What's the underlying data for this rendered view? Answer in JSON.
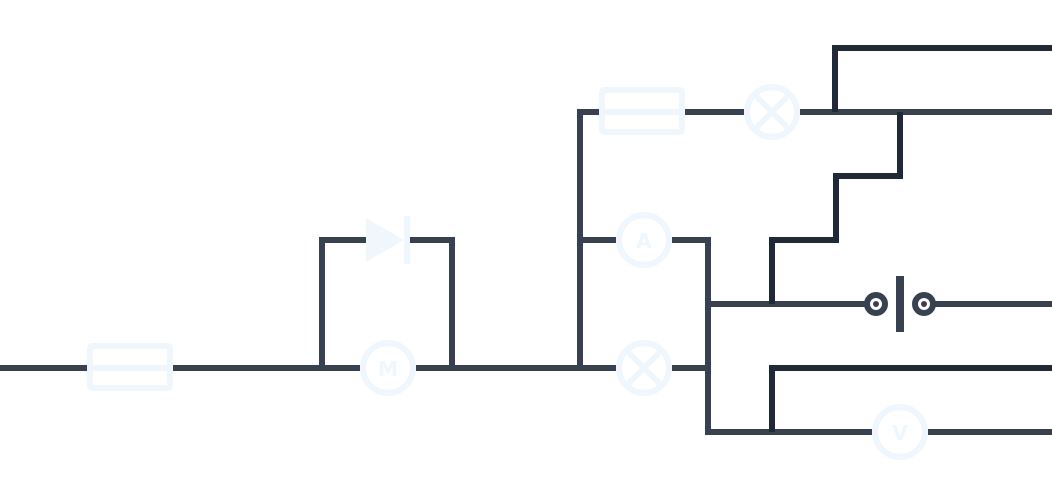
{
  "colors": {
    "wire": "#374151",
    "wire_dark": "#1f2937",
    "symbol": "#f0f7fc",
    "battery": "#374151",
    "background": "#ffffff"
  },
  "diagram": {
    "type": "electrical-circuit-schematic",
    "components": [
      {
        "id": "fuse-main",
        "kind": "fuse-icon"
      },
      {
        "id": "diode",
        "kind": "diode-icon"
      },
      {
        "id": "motor",
        "kind": "motor-icon",
        "label": "M"
      },
      {
        "id": "fuse-top",
        "kind": "fuse-icon"
      },
      {
        "id": "lamp-top",
        "kind": "lamp-icon"
      },
      {
        "id": "ammeter",
        "kind": "ammeter-icon",
        "label": "A"
      },
      {
        "id": "lamp-bottom",
        "kind": "lamp-icon"
      },
      {
        "id": "battery",
        "kind": "battery-icon"
      },
      {
        "id": "voltmeter",
        "kind": "voltmeter-icon",
        "label": "V"
      }
    ]
  }
}
